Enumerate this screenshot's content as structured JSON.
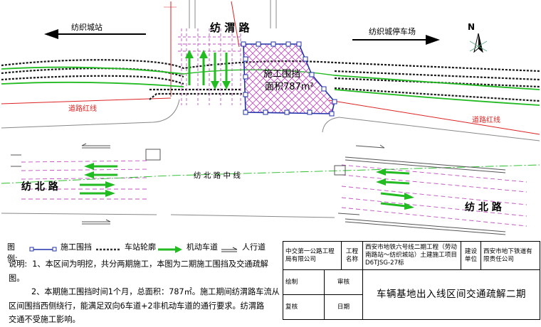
{
  "roads": {
    "north": "纺 渭 路",
    "west": "纺 北 路",
    "east": "纺 北 路",
    "centerline": "纺 北 路 中 线",
    "red_line_left": "道路红线",
    "red_line_right": "道路红线"
  },
  "directions": {
    "west": "纺织城站",
    "east": "纺织城停车场",
    "north": "N"
  },
  "construction": {
    "label": "施工围挡",
    "area": "面积787m²"
  },
  "legend": {
    "title": "图例:",
    "items": [
      {
        "label": "施工围挡"
      },
      {
        "label": "车站轮廓"
      },
      {
        "label": "机动车道"
      },
      {
        "label": "人行道"
      }
    ]
  },
  "notes": {
    "title": "说明:",
    "n1": "1、本区间为明挖，共分两期施工，本图为二期施工围挡及交通疏解图。",
    "n2a": "2、本期施工围挡时间1个月，总面积：787㎡。施工期间纺渭路车流从",
    "n2b": "区间围挡西侧绕行，能满足双向6车道+2非机动车道的通行要求。纺渭路",
    "n2c": "交通不受施工影响。"
  },
  "title_block": {
    "company": "中交第一公路工程局有限公司",
    "project_label": "工程名称",
    "project": "西安市地铁六号线二期工程（劳动南路站～纺织城站）土建施工项目D6TJSG-27标",
    "owner_label": "建设单位",
    "owner": "西安市地下铁道有限责任公司",
    "draw": "绘制",
    "review": "审核",
    "check": "复核",
    "date": "日期",
    "drawing_title": "车辆基地出入线区间交通疏解二期"
  }
}
